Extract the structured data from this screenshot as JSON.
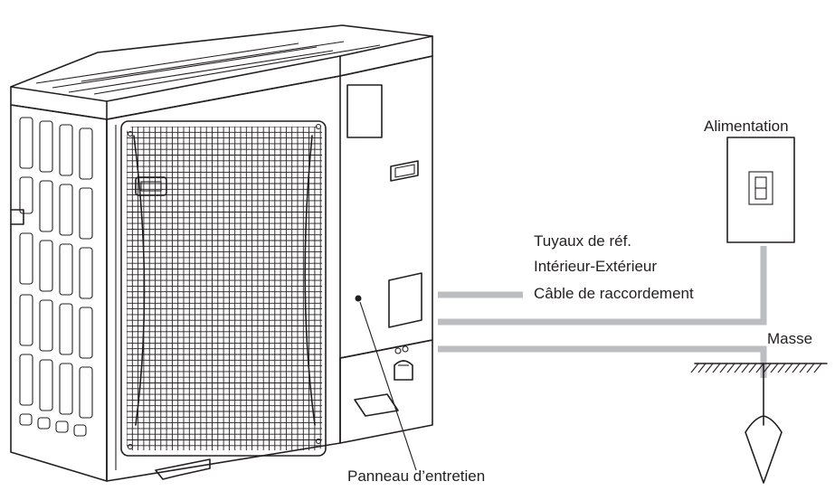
{
  "labels": {
    "power_supply": "Alimentation",
    "refrigerant_pipes": "Tuyaux de réf.",
    "indoor_outdoor": "Intérieur-Extérieur",
    "connection_cable": "Câble de raccordement",
    "ground": "Masse",
    "service_panel": "Panneau d’entretien"
  },
  "colors": {
    "line": "#231f20",
    "pipe": "#bcbdc0",
    "background": "#ffffff"
  }
}
